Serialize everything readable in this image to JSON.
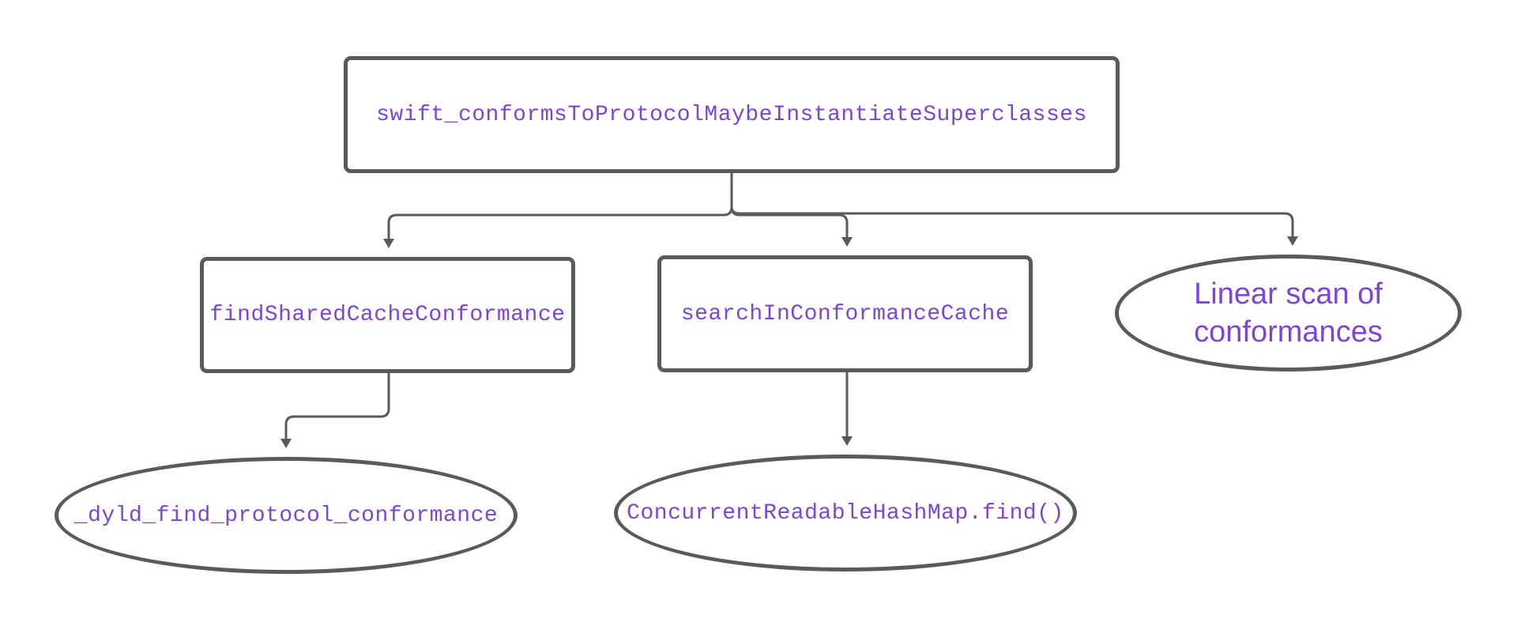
{
  "colors": {
    "stroke": "#5a5a5a",
    "text": "#7c45d6",
    "background": "#ffffff"
  },
  "nodes": {
    "root": {
      "label": "swift_conformsToProtocolMaybeInstantiateSuperclasses",
      "shape": "rectangle"
    },
    "find_shared": {
      "label": "findSharedCacheConformance",
      "shape": "rectangle"
    },
    "search_cache": {
      "label": "searchInConformanceCache",
      "shape": "rectangle"
    },
    "linear_scan": {
      "label": "Linear scan of conformances",
      "shape": "pill"
    },
    "dyld": {
      "label": "_dyld_find_protocol_conformance",
      "shape": "pill"
    },
    "hashmap": {
      "label": "ConcurrentReadableHashMap.find()",
      "shape": "pill"
    }
  },
  "edges": [
    {
      "from": "root",
      "to": "find_shared"
    },
    {
      "from": "root",
      "to": "search_cache"
    },
    {
      "from": "root",
      "to": "linear_scan"
    },
    {
      "from": "find_shared",
      "to": "dyld"
    },
    {
      "from": "search_cache",
      "to": "hashmap"
    }
  ]
}
